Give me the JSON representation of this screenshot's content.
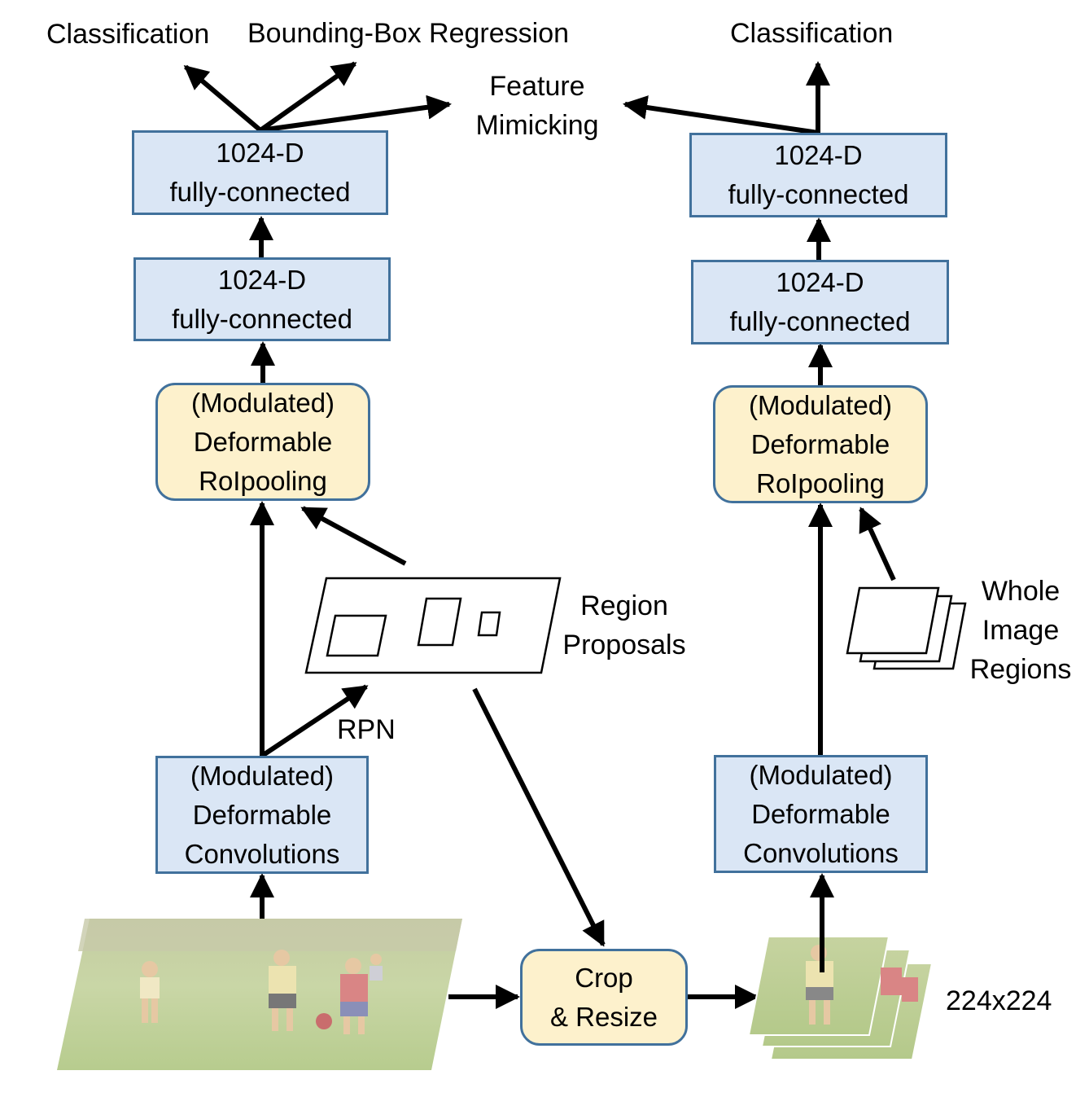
{
  "labels": {
    "top_left_classification": "Classification",
    "bbox_regression": "Bounding-Box Regression",
    "top_right_classification": "Classification",
    "feature_mimicking": [
      "Feature",
      "Mimicking"
    ],
    "region_proposals": [
      "Region",
      "Proposals"
    ],
    "whole_image_regions": [
      "Whole",
      "Image",
      "Regions"
    ],
    "rpn": "RPN",
    "size": "224x224"
  },
  "left_branch": {
    "fc_top": [
      "1024-D",
      "fully-connected"
    ],
    "fc_bottom": [
      "1024-D",
      "fully-connected"
    ],
    "roi_pool": [
      "(Modulated)",
      "Deformable",
      "RoIpooling"
    ],
    "conv": [
      "(Modulated)",
      "Deformable",
      "Convolutions"
    ]
  },
  "right_branch": {
    "fc_top": [
      "1024-D",
      "fully-connected"
    ],
    "fc_bottom": [
      "1024-D",
      "fully-connected"
    ],
    "roi_pool": [
      "(Modulated)",
      "Deformable",
      "RoIpooling"
    ],
    "conv": [
      "(Modulated)",
      "Deformable",
      "Convolutions"
    ]
  },
  "crop_resize": [
    "Crop",
    "& Resize"
  ],
  "colors": {
    "blue_fill": "#dae6f5",
    "yellow_fill": "#fdf1cc",
    "box_border": "#41719c",
    "arrow": "#000000"
  }
}
